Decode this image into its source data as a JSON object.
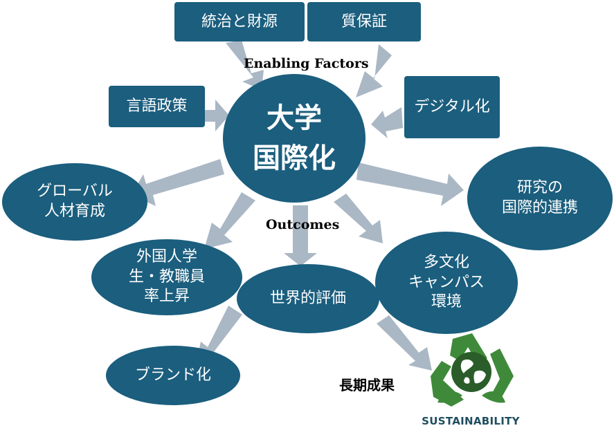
{
  "diagram": {
    "center": {
      "line1": "大学",
      "line2": "国際化"
    },
    "factors_label": "Enabling Factors",
    "outcomes_label": "Outcomes",
    "long_term_label": "長期成果",
    "factors": {
      "governance": "統治と財源",
      "quality": "質保証",
      "language": "言語政策",
      "digital": "デジタル化"
    },
    "outcomes": {
      "global_talent": {
        "line1": "グローバル",
        "line2": "人材育成"
      },
      "research": {
        "line1": "研究の",
        "line2": "国際的連携"
      },
      "foreign_rate": {
        "line1": "外国人学",
        "line2": "生・教職員",
        "line3": "率上昇"
      },
      "reputation": "世界的評価",
      "multicultural": {
        "line1": "多文化",
        "line2": "キャンパス",
        "line3": "環境"
      },
      "branding": "ブランド化"
    },
    "sustainability": "SUSTAINABILITY"
  },
  "colors": {
    "node": "#1b5e7e",
    "arrow": "#aab7c4",
    "recycle": "#3f8a3a",
    "earth": "#2b5d2a"
  }
}
